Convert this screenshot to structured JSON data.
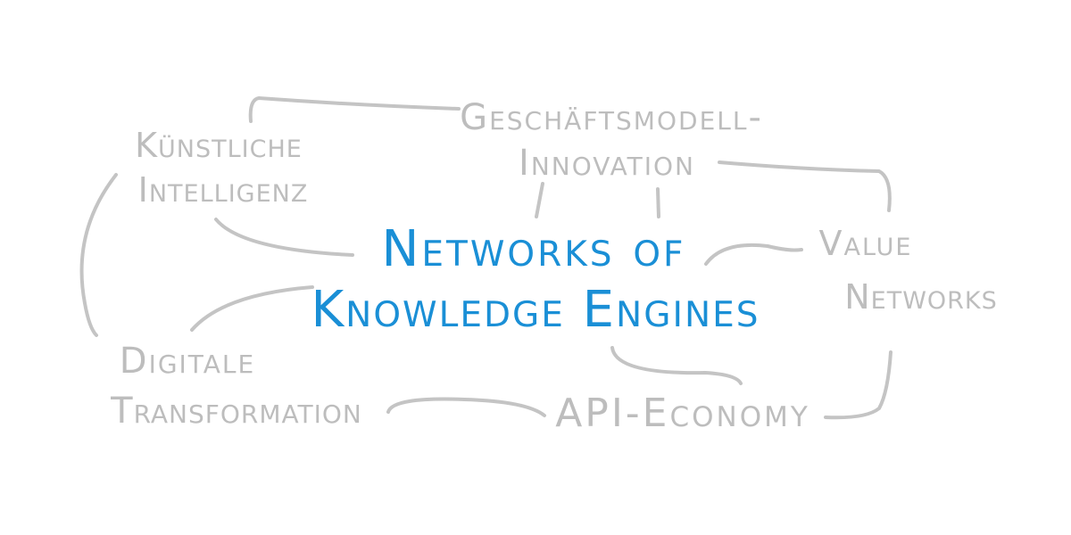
{
  "title": {
    "line1": "Networks of",
    "line2": "Knowledge Engines"
  },
  "nodes": {
    "geschaeftsmodell": {
      "line1": "Geschäftsmodell-",
      "line2": "Innovation"
    },
    "ki": {
      "line1": "Künstliche",
      "line2": "Intelligenz"
    },
    "value": {
      "line1": "Value",
      "line2": "Networks"
    },
    "digitale": {
      "line1": "Digitale",
      "line2": "Transformation"
    },
    "api": {
      "line1": "API-Economy"
    }
  },
  "colors": {
    "accent": "#1a8fd6",
    "gray": "#bdbdbd"
  }
}
